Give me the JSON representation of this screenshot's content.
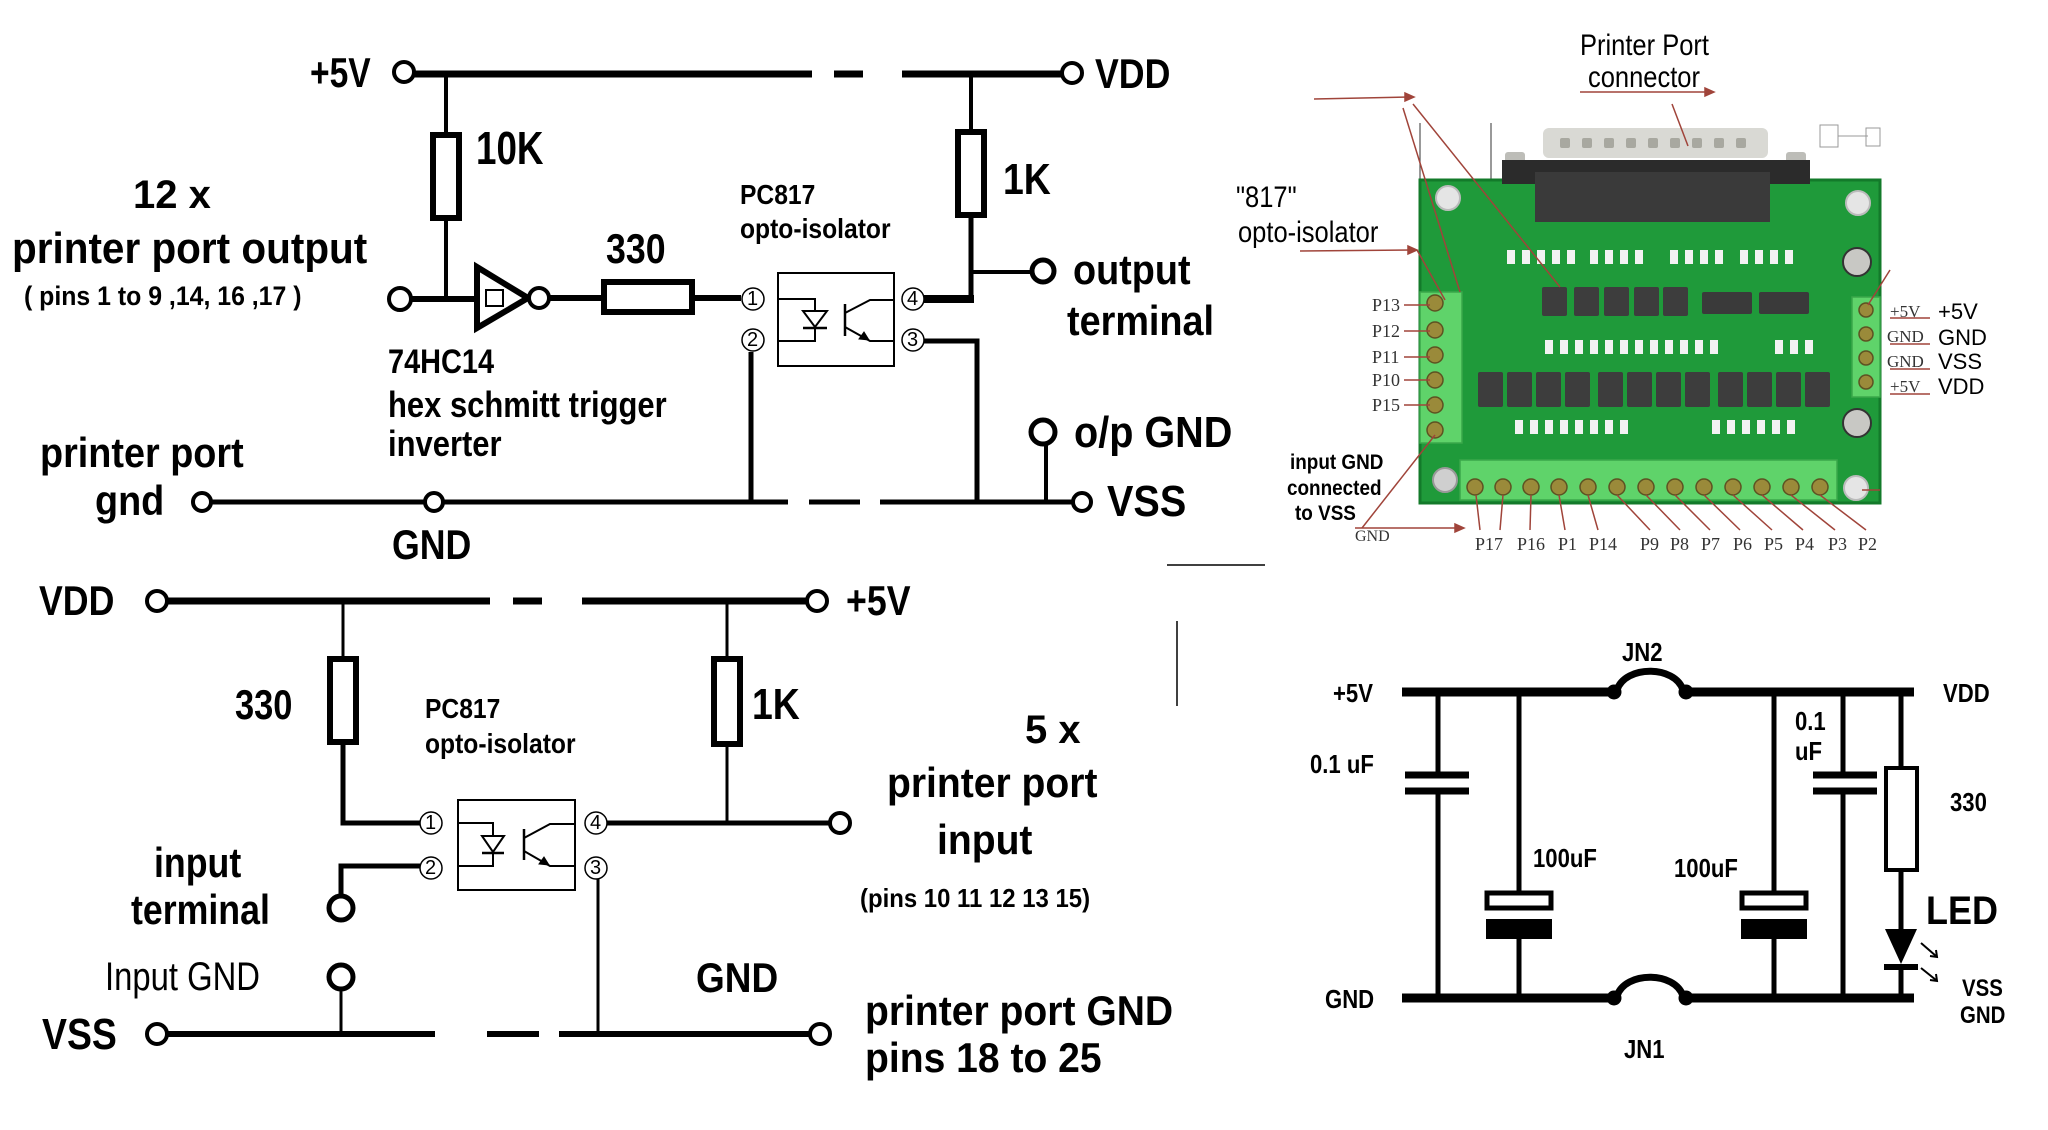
{
  "diagram": {
    "output_circuit": {
      "supply_left": "+5V",
      "supply_right": "VDD",
      "pullup_resistor": "10K",
      "title_count": "12 x",
      "title": "printer port output",
      "pins": "( pins 1 to 9 ,14, 16 ,17 )",
      "series_resistor": "330",
      "opto_part": "PC817",
      "opto_desc": "opto-isolator",
      "collector_resistor": "1K",
      "output_line1": "output",
      "output_line2": "terminal",
      "ic_part": "74HC14",
      "ic_desc_line1": "hex schmitt trigger",
      "ic_desc_line2": "inverter",
      "gnd_label_line1": "printer port",
      "gnd_label_line2": "gnd",
      "gnd_node": "GND",
      "op_gnd": "o/p GND",
      "vss": "VSS",
      "pin_numbers": [
        "1",
        "2",
        "3",
        "4"
      ]
    },
    "input_circuit": {
      "supply_left": "VDD",
      "supply_right": "+5V",
      "led_resistor": "330",
      "pullup_resistor": "1K",
      "opto_part": "PC817",
      "opto_desc": "opto-isolator",
      "input_line1": "input",
      "input_line2": "terminal",
      "input_gnd": "Input GND",
      "vss": "VSS",
      "gnd_node": "GND",
      "title_count": "5 x",
      "title_line1": "printer port",
      "title_line2": "input",
      "pins": "(pins 10 11 12 13 15)",
      "port_gnd_line1": "printer port GND",
      "port_gnd_line2": "pins 18 to 25",
      "pin_numbers": [
        "1",
        "2",
        "3",
        "4"
      ]
    },
    "pcb_photo": {
      "connector_line1": "Printer Port",
      "connector_line2": "connector",
      "opto_line1": "\"817\"",
      "opto_line2": "opto-isolator",
      "left_terminals": [
        "P13",
        "P12",
        "P11",
        "P10",
        "P15"
      ],
      "right_terminal_silk": [
        "+5V",
        "GND",
        "GND",
        "+5V"
      ],
      "right_terminal_labels": [
        "+5V",
        "GND",
        "VSS",
        "VDD"
      ],
      "input_gnd_line1": "input GND",
      "input_gnd_line2": "connected",
      "input_gnd_line3": "to VSS",
      "gnd_label": "GND",
      "bottom_terminals": [
        "P17",
        "P16",
        "P1",
        "P14",
        "P9",
        "P8",
        "P7",
        "P6",
        "P5",
        "P4",
        "P3",
        "P2"
      ]
    },
    "power_circuit": {
      "supply_left": "+5V",
      "supply_right": "VDD",
      "gnd_left": "GND",
      "gnd_right_line1": "VSS",
      "gnd_right_line2": "GND",
      "jumper_top": "JN2",
      "jumper_bottom": "JN1",
      "cap1": "0.1 uF",
      "cap2": "100uF",
      "cap3": "100uF",
      "cap4_line1": "0.1",
      "cap4_line2": "uF",
      "resistor": "330",
      "led": "LED"
    },
    "colors": {
      "ink": "#000000",
      "pcb_green": "#1f9a3a",
      "terminal_green": "#5fd36a",
      "annotation_arrow": "#a0443a"
    }
  }
}
